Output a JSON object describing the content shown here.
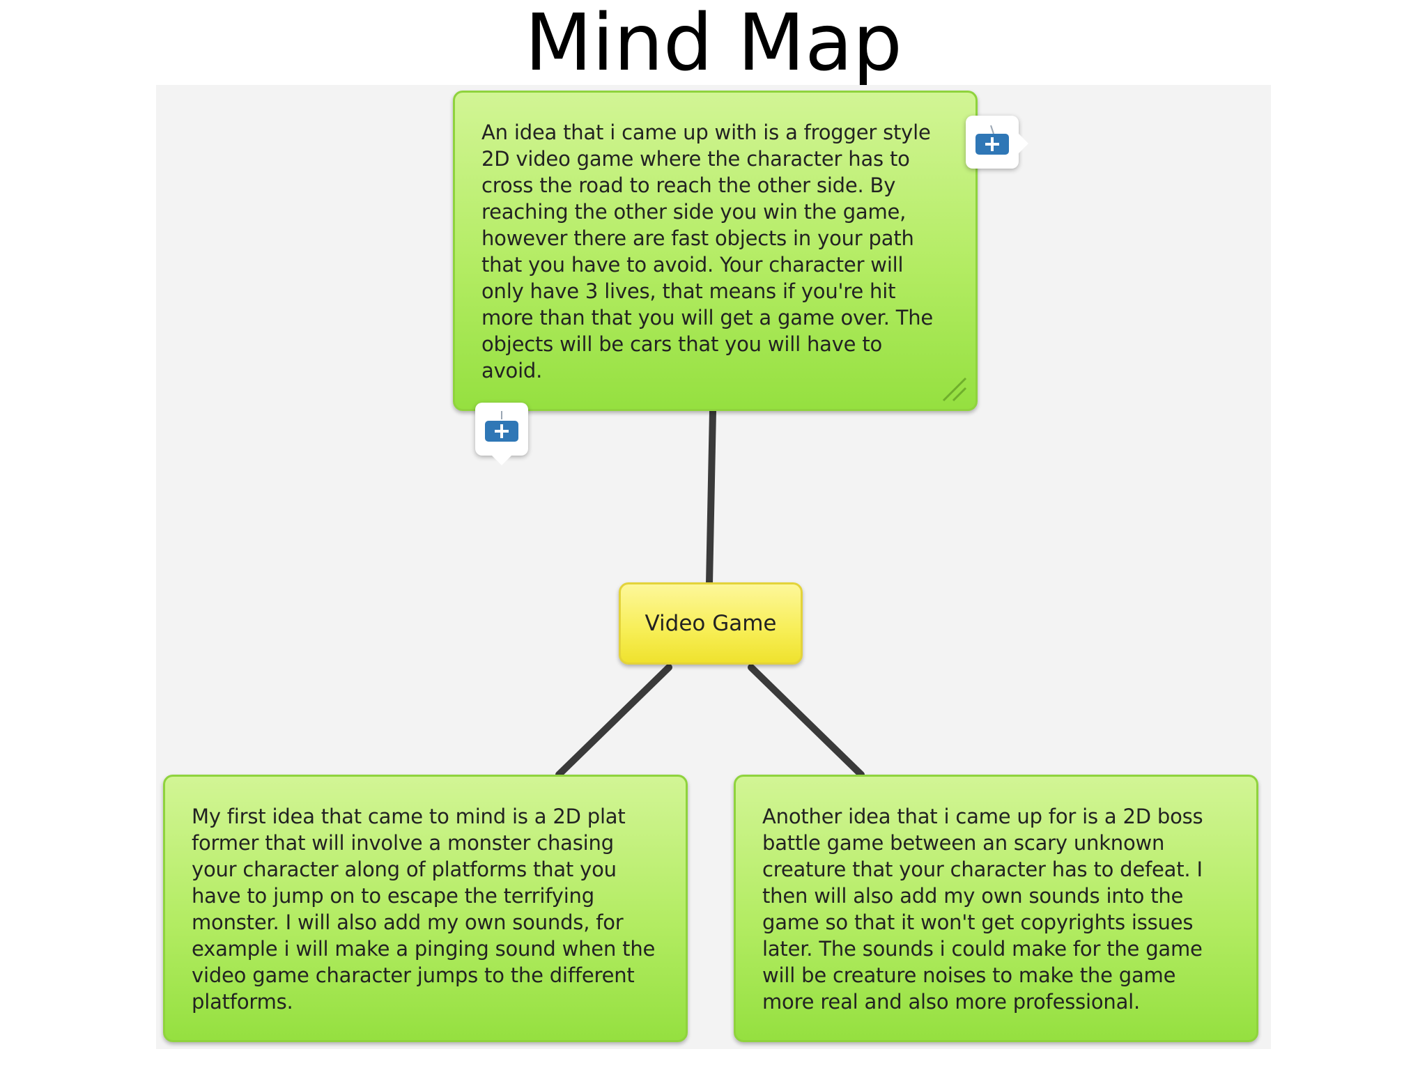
{
  "slide": {
    "title": "Mind Map"
  },
  "mind_map": {
    "central_topic": "Video Game",
    "ideas": [
      {
        "text": "An idea that i came up with is a frogger style 2D video game where the character has to cross the road to reach the other side. By reaching the other side you win the game, however there are fast objects in your path that you have to avoid. Your character will only have 3 lives, that means if you're hit more than that you will get a game over. The objects will be cars that you will have to avoid."
      },
      {
        "text": "My first idea that came to mind is a 2D plat former that will involve a monster chasing your character along of platforms that you have to jump on to escape the terrifying monster. I will also add my own sounds, for example i will make a pinging sound when the video game character jumps to the different platforms."
      },
      {
        "text": "Another idea that i came up for is a 2D boss battle game between an scary unknown creature that your character has to defeat. I then will also add my own sounds into the game so that it won't get copyrights issues later. The sounds i could make for the game will be creature noises to make the game more real and also more professional."
      }
    ]
  },
  "controls": {
    "add_child_icon": "plus-icon",
    "add_sibling_icon": "plus-icon"
  },
  "colors": {
    "idea_node": "#b3ec63",
    "idea_border": "#8fd33d",
    "central_node": "#f7ee55",
    "connector": "#3a3a3a",
    "add_button_blue": "#2f77b6",
    "canvas_background": "#f3f3f3"
  }
}
